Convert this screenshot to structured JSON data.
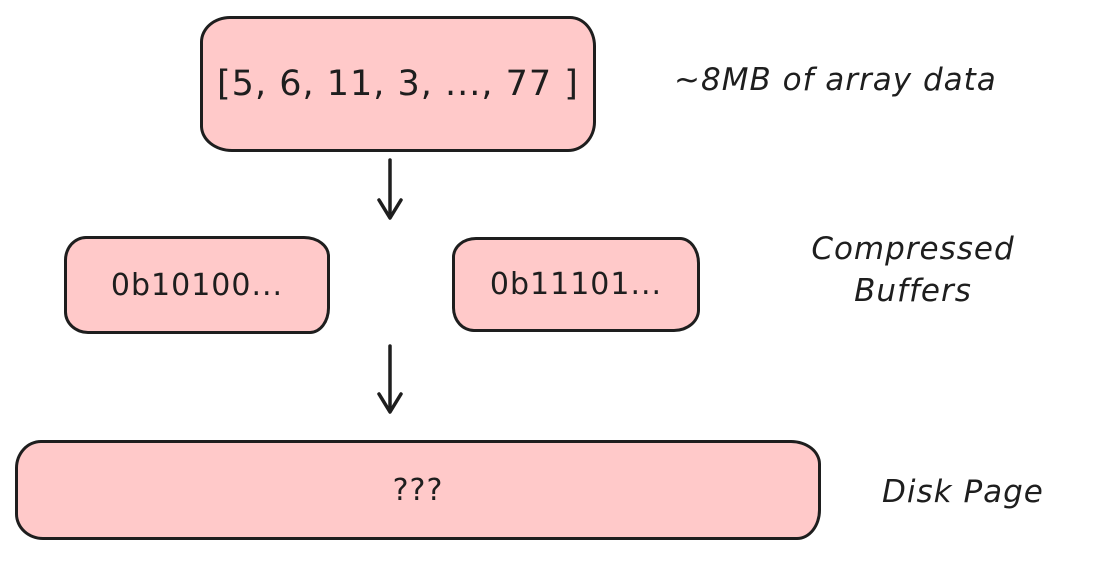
{
  "diagram": {
    "title": "array compression to disk page diagram",
    "colors": {
      "background": "#ffffff",
      "box_fill": "#ffc9c9",
      "stroke": "#1e1e1e"
    },
    "array_box_text": "[5, 6, 11, 3, ..., 77 ]",
    "array_label": "~8MB of array data",
    "buffer_left_text": "0b10100...",
    "buffer_right_text": "0b11101...",
    "buffers_label_line1": "Compressed",
    "buffers_label_line2": "Buffers",
    "disk_box_text": "???",
    "disk_label": "Disk Page"
  }
}
